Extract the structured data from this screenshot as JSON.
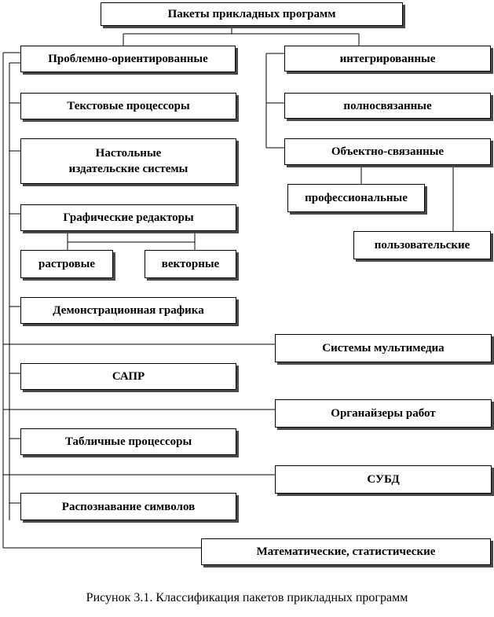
{
  "diagram": {
    "root": "Пакеты прикладных программ",
    "left_branch": {
      "title": "Проблемно-ориентированные",
      "items": {
        "text_processors": "Текстовые процессоры",
        "desktop_publishing": "Настольные издательские системы",
        "graphic_editors": "Графические редакторы",
        "raster": "растровые",
        "vector": "векторные",
        "presentation_graphics": "Демонстрационная графика",
        "cad": "САПР",
        "spreadsheets": "Табличные процессоры",
        "ocr": "Распознавание символов"
      }
    },
    "right_branch": {
      "integrated": "интегрированные",
      "fully_linked": "полносвязанные",
      "object_linked": "Объектно-связанные",
      "professional": "профессиональные",
      "user": "пользовательские"
    },
    "right_column": {
      "multimedia": "Системы мультимедиа",
      "organizers": "Органайзеры работ",
      "dbms": "СУБД",
      "math_stat": "Математические, статистические"
    }
  },
  "caption": "Рисунок 3.1. Классификация пакетов прикладных программ"
}
